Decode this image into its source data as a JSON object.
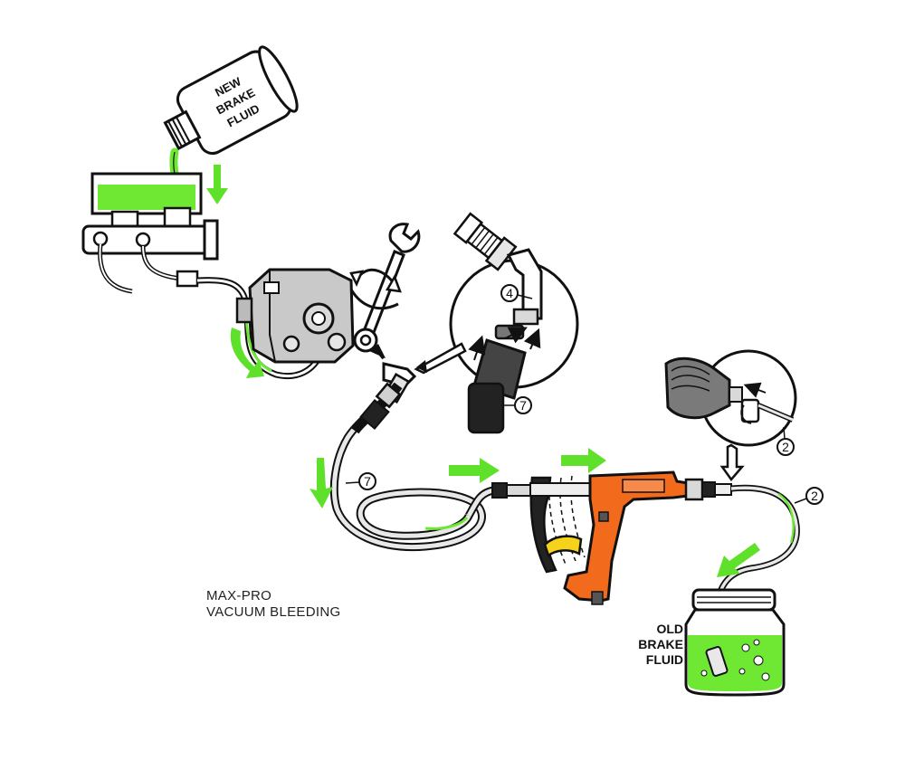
{
  "labels": {
    "new_fluid": [
      "NEW",
      "BRAKE",
      "FLUID"
    ],
    "old_fluid": [
      "OLD",
      "BRAKE",
      "FLUID"
    ],
    "caption_line1": "MAX-PRO",
    "caption_line2": "VACUUM BLEEDING"
  },
  "callouts": {
    "bleeder_adapter": "4",
    "adapter_hose_inset": "7",
    "main_hose": "7",
    "exhaust_hose": "2",
    "exhaust_inset": "2"
  },
  "colors": {
    "fluid_green": "#6ee833",
    "arrow_green": "#5fe02a",
    "tool_orange": "#f26a1b",
    "trigger_yellow": "#f5d21c",
    "outline": "#111111",
    "metal_grey": "#bdbdbd",
    "dark_grey": "#555555"
  },
  "icons": {
    "flow_arrow": "green-flow-arrow-icon",
    "wrench": "wrench-icon",
    "rotate": "rotate-arrows-icon"
  }
}
